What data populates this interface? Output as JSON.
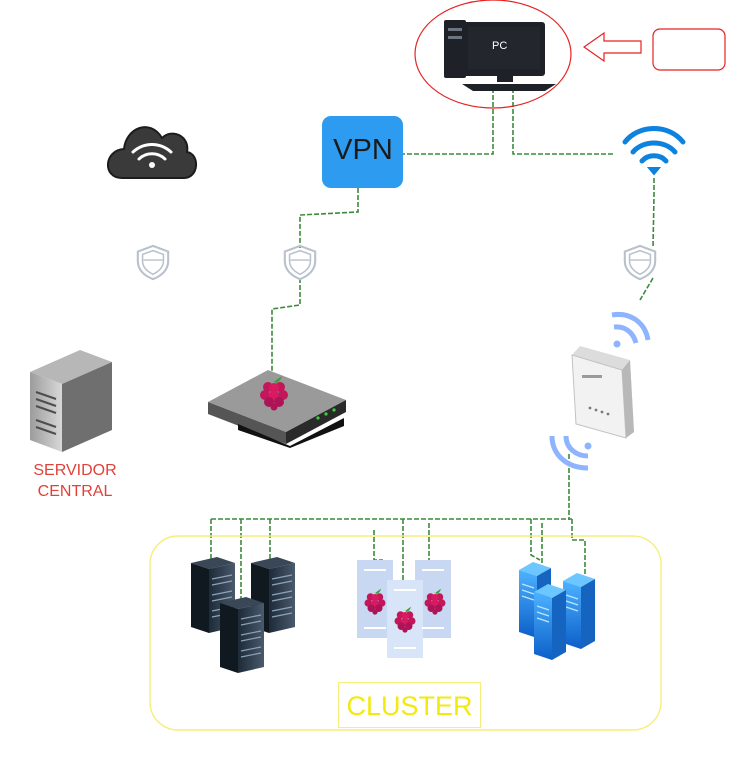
{
  "nodes": {
    "pc": {
      "label": "PC"
    },
    "vpn": {
      "label": "VPN"
    },
    "servidor": {
      "line1": "SERVIDOR",
      "line2": "CENTRAL"
    },
    "cluster": {
      "label": "CLUSTER"
    }
  },
  "colors": {
    "pc_highlight": "#e52222",
    "vpn_box": "#2d9bf0",
    "wifi": "#0d82de",
    "link_line": "#3c8a3c",
    "server_label": "#e0413a",
    "cluster_border": "#f5ee7a",
    "cluster_label": "#f2e90f",
    "shield": "#b9c1cc"
  },
  "icons": [
    "cloud-wifi-icon",
    "monitor-icon",
    "tower-icon",
    "arrow-left-icon",
    "wifi-icon",
    "shield-icon",
    "server-tower-icon",
    "raspberry-router-icon",
    "access-point-icon",
    "signal-waves-icon",
    "server-rack-icon",
    "raspberry-server-icon",
    "blue-server-icon"
  ]
}
